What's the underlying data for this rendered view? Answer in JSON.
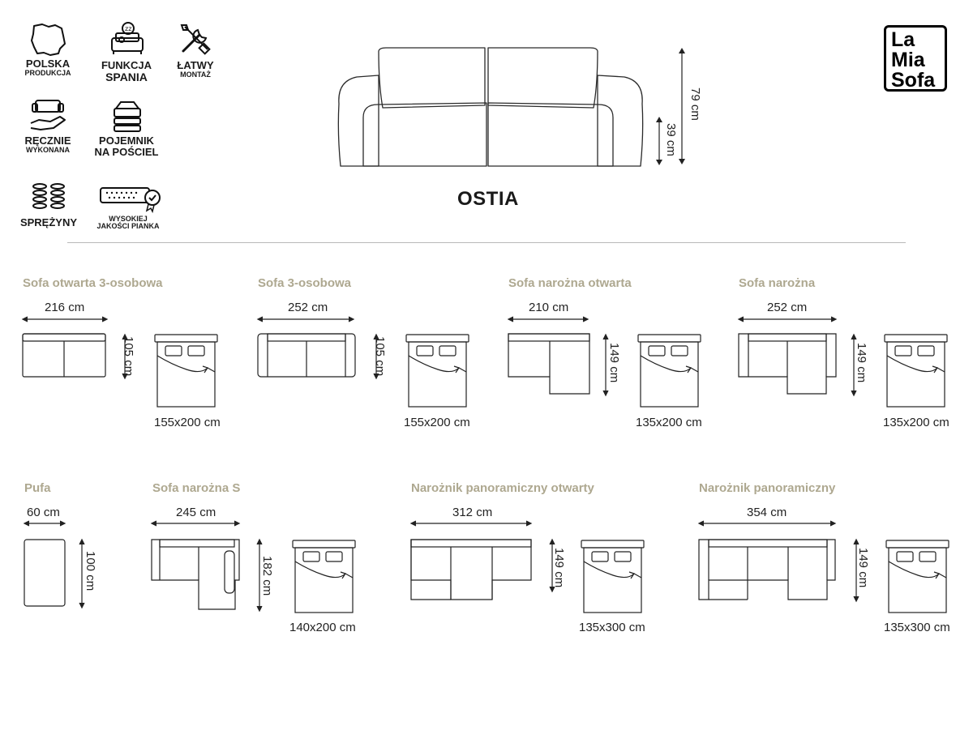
{
  "features": [
    {
      "id": "polska",
      "line1": "POLSKA",
      "line2": "PRODUKCJA",
      "icon": "poland-map-icon"
    },
    {
      "id": "spanie",
      "line1": "FUNKCJA",
      "line2": "SPANIA",
      "icon": "sleeping-sofa-icon"
    },
    {
      "id": "montaz",
      "line1": "ŁATWY",
      "line2": "MONTAŻ",
      "icon": "tools-icon"
    },
    {
      "id": "recznie",
      "line1": "RĘCZNIE",
      "line2": "WYKONANA",
      "icon": "hand-sofa-icon"
    },
    {
      "id": "pojemnik",
      "line1": "POJEMNIK",
      "line2": "NA POŚCIEL",
      "icon": "bedding-container-icon"
    },
    {
      "id": "sprezyny",
      "line1": "SPRĘŻYNY",
      "line2": "",
      "icon": "springs-icon"
    },
    {
      "id": "pianka",
      "line1": "WYSOKIEJ",
      "line2": "JAKOŚCI PIANKA",
      "icon": "foam-badge-icon"
    }
  ],
  "logo": {
    "lines": [
      "La",
      "Mia",
      "Sofa"
    ]
  },
  "main": {
    "title": "OSTIA",
    "height_total": "79 cm",
    "height_seat": "39 cm"
  },
  "variants": [
    {
      "name": "Sofa otwarta 3-osobowa",
      "width": "216 cm",
      "depth": "105 cm",
      "bed": "155x200 cm"
    },
    {
      "name": "Sofa 3-osobowa",
      "width": "252 cm",
      "depth": "105 cm",
      "bed": "155x200 cm"
    },
    {
      "name": "Sofa narożna otwarta",
      "width": "210 cm",
      "depth": "149 cm",
      "bed": "135x200 cm"
    },
    {
      "name": "Sofa narożna",
      "width": "252 cm",
      "depth": "149 cm",
      "bed": "135x200 cm"
    },
    {
      "name": "Pufa",
      "width": "60 cm",
      "depth": "100 cm",
      "bed": ""
    },
    {
      "name": "Sofa narożna S",
      "width": "245 cm",
      "depth": "182 cm",
      "bed": "140x200 cm"
    },
    {
      "name": "Narożnik panoramiczny otwarty",
      "width": "312 cm",
      "depth": "149 cm",
      "bed": "135x300 cm"
    },
    {
      "name": "Narożnik panoramiczny",
      "width": "354 cm",
      "depth": "149 cm",
      "bed": "135x300 cm"
    }
  ]
}
